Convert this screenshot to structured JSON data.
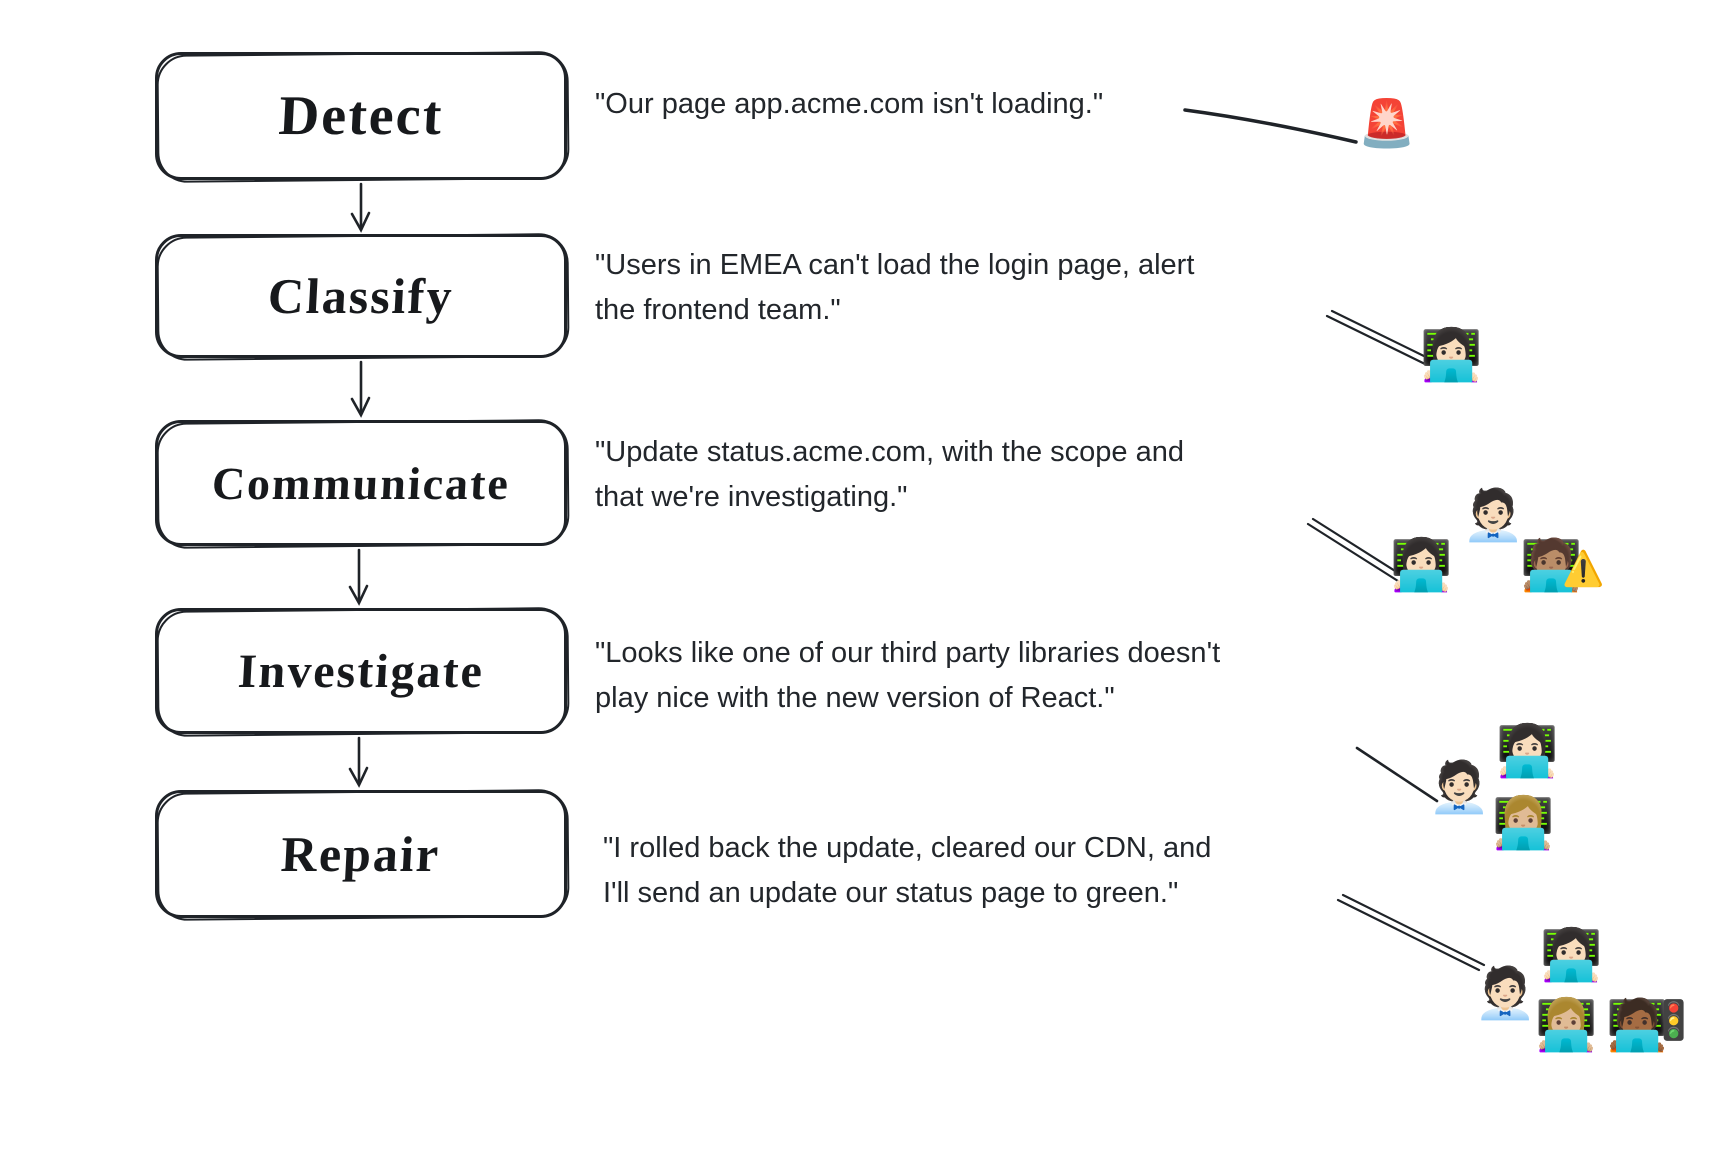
{
  "figure": {
    "background": "#ffffff",
    "stroke_color": "#1f2328",
    "text_color": "#22262b"
  },
  "steps": [
    {
      "label": "Detect",
      "quote_lines": [
        "\"Our page app.acme.com isn't loading.\""
      ],
      "emojis": [
        {
          "name": "police-car-light",
          "char": "🚨"
        }
      ]
    },
    {
      "label": "Classify",
      "quote_lines": [
        "\"Users in EMEA can't load the login page, alert",
        "the frontend team.\""
      ],
      "emojis": [
        {
          "name": "woman-technologist",
          "char": "👩🏻‍💻"
        }
      ]
    },
    {
      "label": "Communicate",
      "quote_lines": [
        "\"Update status.acme.com, with the scope and",
        "that we're investigating.\""
      ],
      "emojis": [
        {
          "name": "office-worker",
          "char": "🧑🏻‍💼"
        },
        {
          "name": "woman-technologist",
          "char": "👩🏻‍💻"
        },
        {
          "name": "technologist-medium-skin",
          "char": "🧑🏽‍💻"
        },
        {
          "name": "warning-sign",
          "char": "⚠️"
        }
      ]
    },
    {
      "label": "Investigate",
      "quote_lines": [
        "\"Looks like one of our third party libraries doesn't",
        "play nice with the new version of React.\""
      ],
      "emojis": [
        {
          "name": "office-worker",
          "char": "🧑🏻‍💼"
        },
        {
          "name": "woman-technologist",
          "char": "👩🏻‍💻"
        },
        {
          "name": "blonde-woman-technologist",
          "char": "👩🏼‍💻"
        }
      ]
    },
    {
      "label": "Repair",
      "quote_lines": [
        "\"I rolled back the update, cleared our CDN, and",
        "I'll send an update our status page to green.\""
      ],
      "emojis": [
        {
          "name": "office-worker",
          "char": "🧑🏻‍💼"
        },
        {
          "name": "woman-technologist",
          "char": "👩🏻‍💻"
        },
        {
          "name": "blonde-woman-technologist",
          "char": "👩🏼‍💻"
        },
        {
          "name": "technologist-medium-dark-skin",
          "char": "🧑🏾‍💻"
        },
        {
          "name": "traffic-light",
          "char": "🚦"
        }
      ]
    }
  ]
}
